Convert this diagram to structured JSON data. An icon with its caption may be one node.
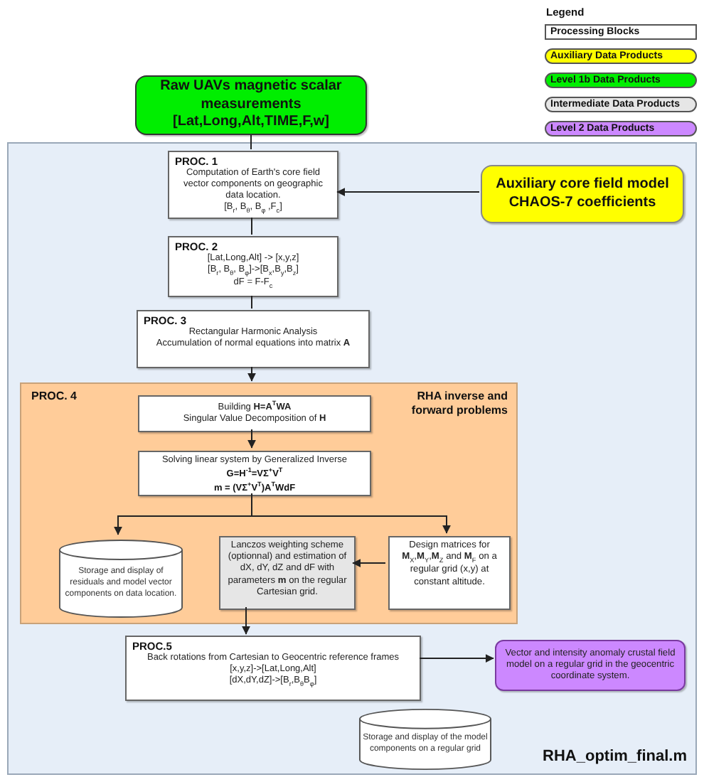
{
  "diagram": {
    "nodes": [
      {
        "text": [
          "Raw UAVs magnetic scalar measurements [Lat,Long,Alt,TIME,F,w]"
        ]
      },
      {
        "text": [
          "RHA_optim_final.m"
        ]
      },
      {
        "text": [
          "PROC. 1",
          "Computation of Earth's core field vector components on geographic data location.",
          "[B$_{r}$, B$_{θ}$, B$_{φ}$ ,F$_{c}$]"
        ],
        "in": 1
      },
      {
        "text": [
          "Auxiliary core field model CHAOS-7 coefficients"
        ],
        "in": 1
      },
      {
        "text": [
          "PROC. 2",
          "[Lat,Long,Alt] -> [x,y,z]",
          "[B$_{r}$, B$_{θ}$, B$_{φ}$]->[B$_{x}$,B$_{y}$,B$_{z}$]",
          "dF = F-F$_{c}$"
        ],
        "in": 1
      },
      {
        "text": [
          "PROC. 3",
          "Rectangular Harmonic Analysis",
          "Accumulation of normal equations into matrix **A**"
        ],
        "in": 1
      },
      {
        "text": [
          "PROC. 4",
          "RHA inverse and forward problems"
        ],
        "in": 1
      },
      {
        "text": [
          "Building **H=A$^{T}$WA**",
          "Singular Value Decomposition of **H**"
        ],
        "in": 6
      },
      {
        "text": [
          "Solving linear system by Generalized Inverse",
          "G=H$^{-1}$=VΣ$^{+}$V$^{T}$",
          "m = (VΣ$^{+}$V$^{T}$)A$^{T}$WdF"
        ],
        "in": 6
      },
      {
        "text": [
          "Storage and display of residuals and model vector components on data location."
        ],
        "in": 6
      },
      {
        "text": [
          "Lanczos weighting scheme (optionnal) and estimation of dX, dY, dZ and dF with parameters **m** on the regular Cartesian grid."
        ],
        "in": 6
      },
      {
        "text": [
          "Design matrices for **M**$_{X}$,**M**$_{Y}$,**M**$_{Z}$ and **M**$_{F}$ on a regular grid (x,y) at constant altitude."
        ],
        "in": 6
      },
      {
        "text": [
          "PROC.5",
          "Back rotations from Cartesian to Geocentric reference frames",
          "[x,y,z]->[Lat,Long,Alt]",
          "[dX,dY,dZ]->[B$_{r}$,B$_{θ}$B$_{φ}$]"
        ],
        "in": 1
      },
      {
        "text": [
          "Storage and display of the model components on a regular grid"
        ],
        "in": 1
      },
      {
        "text": [
          "Vector and intensity anomaly crustal field model on a regular grid in the geocentric coordinate system."
        ],
        "in": 1
      }
    ],
    "edges": [
      {
        "from": 0,
        "to": 2,
        "arrow": "none"
      },
      {
        "from": 3,
        "to": 2,
        "arrow": "to"
      },
      {
        "from": 2,
        "to": 4,
        "arrow": "none"
      },
      {
        "from": 4,
        "to": 5,
        "arrow": "none"
      },
      {
        "from": 5,
        "to": 6,
        "arrow": "to"
      },
      {
        "from": 7,
        "to": 8,
        "arrow": "to"
      },
      {
        "from": 8,
        "to": 9,
        "arrow": "to"
      },
      {
        "from": 8,
        "to": 11,
        "arrow": "to"
      },
      {
        "from": 11,
        "to": 10,
        "arrow": "to"
      },
      {
        "from": 10,
        "to": 12,
        "arrow": "to"
      },
      {
        "from": 12,
        "to": 14,
        "arrow": "to"
      }
    ],
    "labels": [
      "Legend"
    ],
    "legend": [
      {
        "text": "Processing Blocks",
        "color": "#ffffff"
      },
      {
        "text": "Auxiliary Data Products",
        "color": "#ffff00"
      },
      {
        "text": "Level 1b Data Products",
        "color": "#00ee00"
      },
      {
        "text": "Intermediate Data Products",
        "color": "#e6e6e6"
      },
      {
        "text": "Level 2 Data Products",
        "color": "#cc88ff"
      }
    ]
  }
}
